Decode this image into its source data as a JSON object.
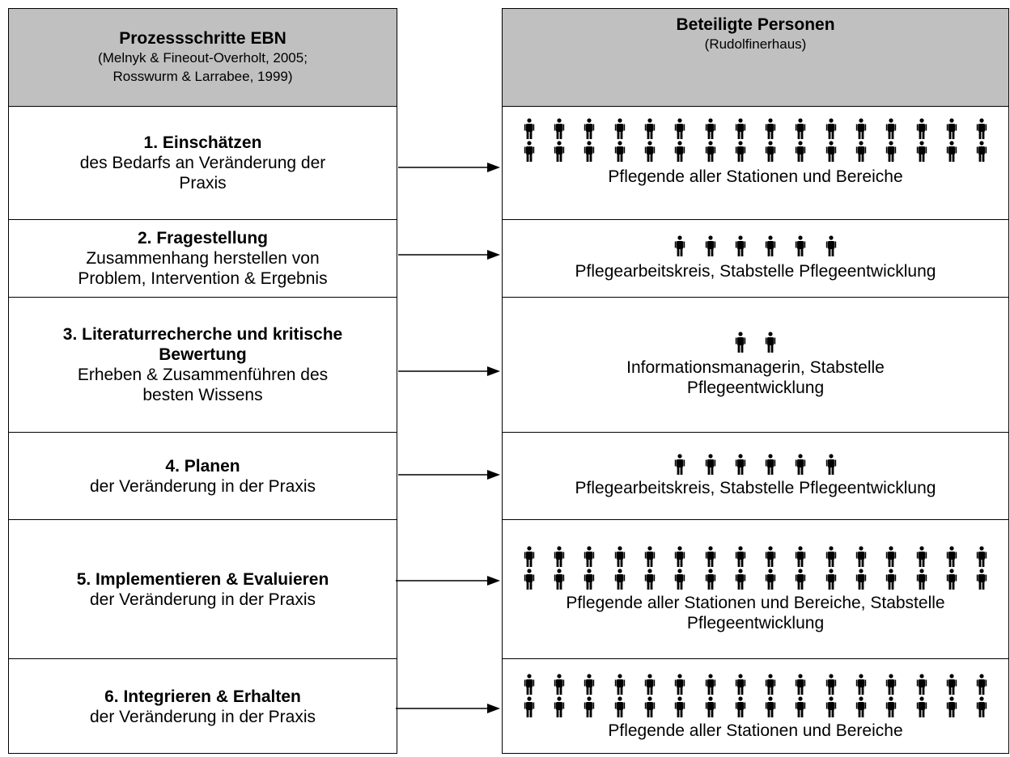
{
  "left_header": {
    "title": "Prozessschritte EBN",
    "citation_line1": "(Melnyk & Fineout-Overholt, 2005;",
    "citation_line2": "Rosswurm & Larrabee, 1999)"
  },
  "right_header": {
    "title": "Beteiligte Personen",
    "subtitle": "(Rudolfinerhaus)"
  },
  "steps": [
    {
      "title": "1. Einschätzen",
      "desc": [
        "des Bedarfs an Veränderung der",
        "Praxis"
      ],
      "people_rows": [
        16,
        16
      ],
      "people_label": [
        "Pflegende aller Stationen und Bereiche"
      ]
    },
    {
      "title": "2. Fragestellung",
      "desc": [
        "Zusammenhang herstellen von",
        "Problem, Intervention & Ergebnis"
      ],
      "people_rows": [
        6
      ],
      "people_label": [
        "Pflegearbeitskreis, Stabstelle Pflegeentwicklung"
      ]
    },
    {
      "title": [
        "3. Literaturrecherche und kritische",
        "Bewertung"
      ],
      "desc": [
        "Erheben & Zusammenführen des",
        "besten Wissens"
      ],
      "people_rows": [
        2
      ],
      "people_label": [
        "Informationsmanagerin, Stabstelle",
        "Pflegeentwicklung"
      ]
    },
    {
      "title": "4. Planen",
      "desc": [
        "der Veränderung in der Praxis"
      ],
      "people_rows": [
        6
      ],
      "people_label": [
        "Pflegearbeitskreis, Stabstelle Pflegeentwicklung"
      ]
    },
    {
      "title": "5. Implementieren & Evaluieren",
      "desc": [
        "der Veränderung in der Praxis"
      ],
      "people_rows": [
        16,
        16
      ],
      "people_label": [
        "Pflegende aller Stationen und Bereiche, Stabstelle",
        "Pflegeentwicklung"
      ]
    },
    {
      "title": "6. Integrieren & Erhalten",
      "desc": [
        "der Veränderung in der Praxis"
      ],
      "people_rows": [
        16,
        16
      ],
      "people_label": [
        "Pflegende aller Stationen und Bereiche"
      ]
    }
  ],
  "icons": {
    "person": "person-icon",
    "arrow": "arrow-right-icon"
  }
}
